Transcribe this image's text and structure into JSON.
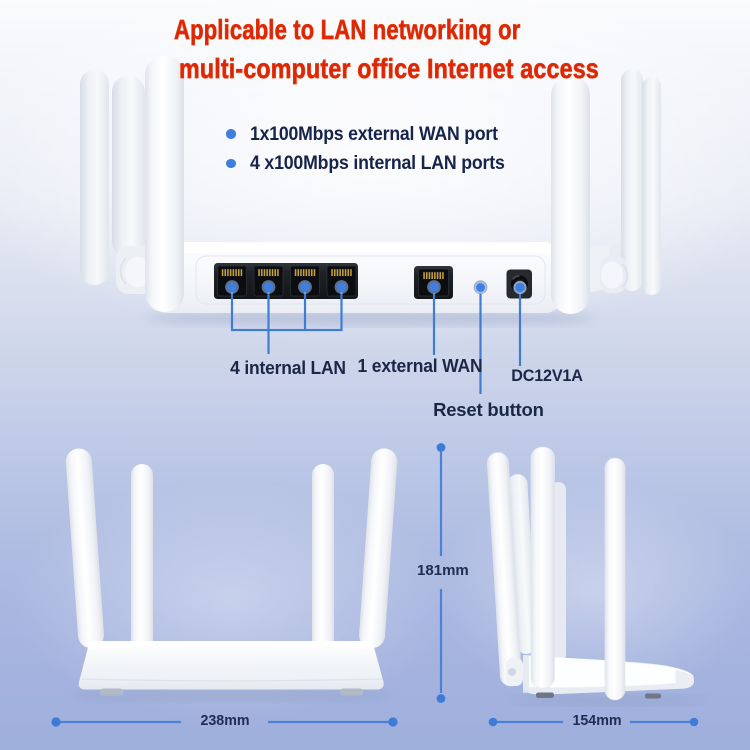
{
  "title": "Router LAN networking product infographic",
  "colors": {
    "heading_red": "#E4260C",
    "accent_blue": "#4080D8",
    "marker_blue": "#3D7EDE",
    "text_dark_navy": "#1B2747",
    "background_top": "#FAFBFD",
    "background_bottom": "#9FAFDC",
    "device_white": "#F7F9FC",
    "port_black": "#15181C",
    "pin_gold": "#D8A93C"
  },
  "heading": {
    "line1": "Applicable to LAN networking or",
    "line2": "multi-computer office Internet access"
  },
  "features": [
    {
      "text": "1x100Mbps external WAN port"
    },
    {
      "text": "4 x100Mbps internal LAN ports"
    }
  ],
  "port_labels": {
    "lan": "4 internal LAN",
    "wan": "1 external WAN",
    "power": "DC12V1A",
    "reset": "Reset button"
  },
  "dimensions": {
    "width": "238mm",
    "height": "181mm",
    "depth": "154mm"
  }
}
